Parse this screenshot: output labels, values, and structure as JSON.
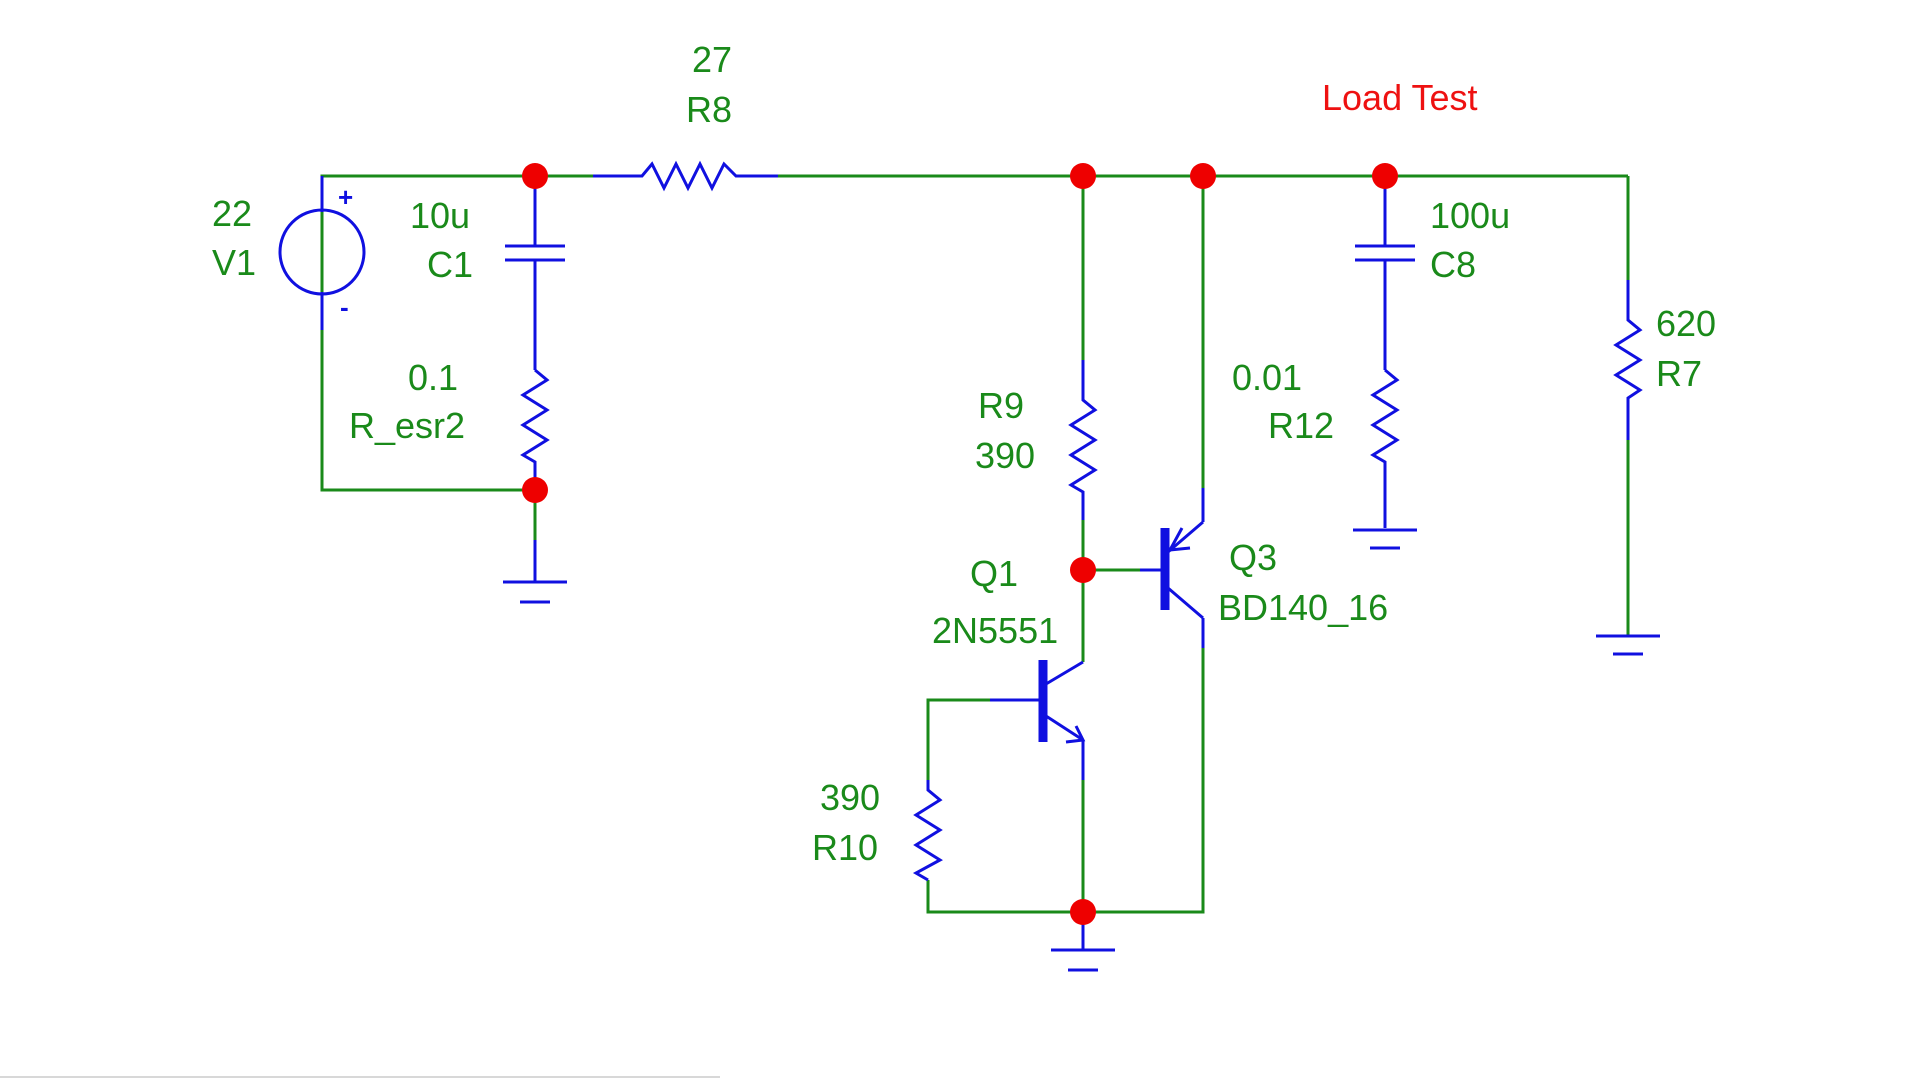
{
  "schematic": {
    "net_label": "Load Test",
    "components": {
      "V1": {
        "value": "22",
        "ref": "V1",
        "plus": "+",
        "minus": "-"
      },
      "C1": {
        "value": "10u",
        "ref": "C1"
      },
      "R_esr2": {
        "value": "0.1",
        "ref": "R_esr2"
      },
      "R8": {
        "value": "27",
        "ref": "R8"
      },
      "R9": {
        "ref": "R9",
        "value": "390"
      },
      "Q1": {
        "ref": "Q1",
        "model": "2N5551"
      },
      "R10": {
        "value": "390",
        "ref": "R10"
      },
      "Q3": {
        "ref": "Q3",
        "model": "BD140_16"
      },
      "C8": {
        "value": "100u",
        "ref": "C8"
      },
      "R12": {
        "value": "0.01",
        "ref": "R12"
      },
      "R7": {
        "value": "620",
        "ref": "R7"
      }
    },
    "colors": {
      "wire": "#1a8a1a",
      "component": "#1010e0",
      "junction": "#ee0000",
      "net_label": "#ee1111"
    }
  }
}
